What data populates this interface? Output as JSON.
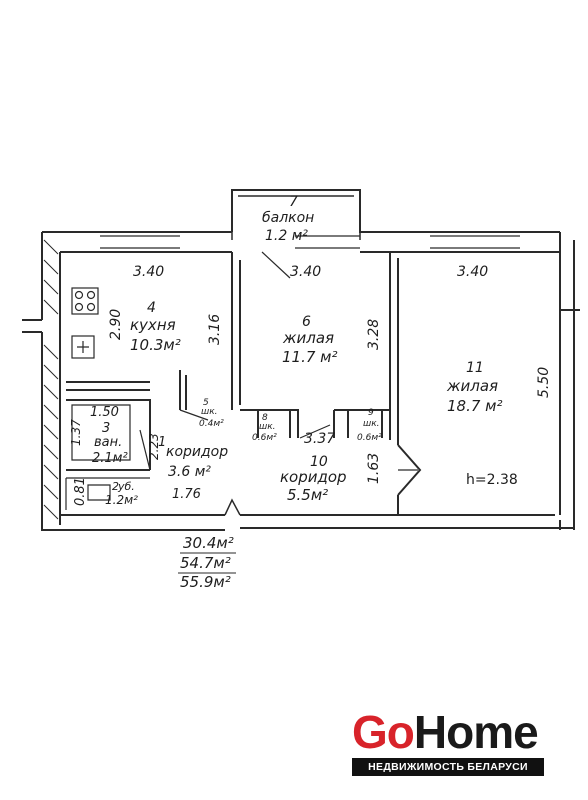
{
  "rooms": [
    {
      "number": "7",
      "name": "балкон",
      "area": "1.2 м²"
    },
    {
      "number": "4",
      "name": "кухня",
      "area": "10.3м²"
    },
    {
      "number": "6",
      "name": "жилая",
      "area": "11.7 м²"
    },
    {
      "number": "11",
      "name": "жилая",
      "area": "18.7 м²"
    },
    {
      "number": "3",
      "name": "ван.",
      "area": "2.1м²"
    },
    {
      "number": "1",
      "name": "коридор",
      "area": "3.6 м²"
    },
    {
      "number": "10",
      "name": "коридор",
      "area": "5.5м²"
    },
    {
      "number": "5",
      "name": "шк.",
      "area": "0.4м²"
    },
    {
      "number": "8",
      "name": "шк.",
      "area": "0.6м²"
    },
    {
      "number": "9",
      "name": "шк.",
      "area": "0.6м²"
    },
    {
      "number": "2",
      "name": "уб.",
      "area": "1.2м²"
    }
  ],
  "dimensions": {
    "kitchen_width": "3.40",
    "room6_width": "3.40",
    "room11_width": "3.40",
    "kitchen_height": "2.90",
    "kitchen_side": "3.16",
    "room6_height": "3.28",
    "room11_height": "5.50",
    "bath_width": "1.50",
    "bath_height": "1.37",
    "bath_side": "2.23",
    "wc_height": "0.81",
    "corridor1_width": "1.76",
    "corridor10_width": "3.37",
    "corridor10_height": "1.63",
    "ceiling_height": "h=2.38"
  },
  "totals": [
    "30.4м²",
    "54.7м²",
    "55.9м²"
  ],
  "logo": {
    "brand_go": "Go",
    "brand_home": "Home",
    "tagline": "НЕДВИЖИМОСТЬ БЕЛАРУСИ"
  }
}
